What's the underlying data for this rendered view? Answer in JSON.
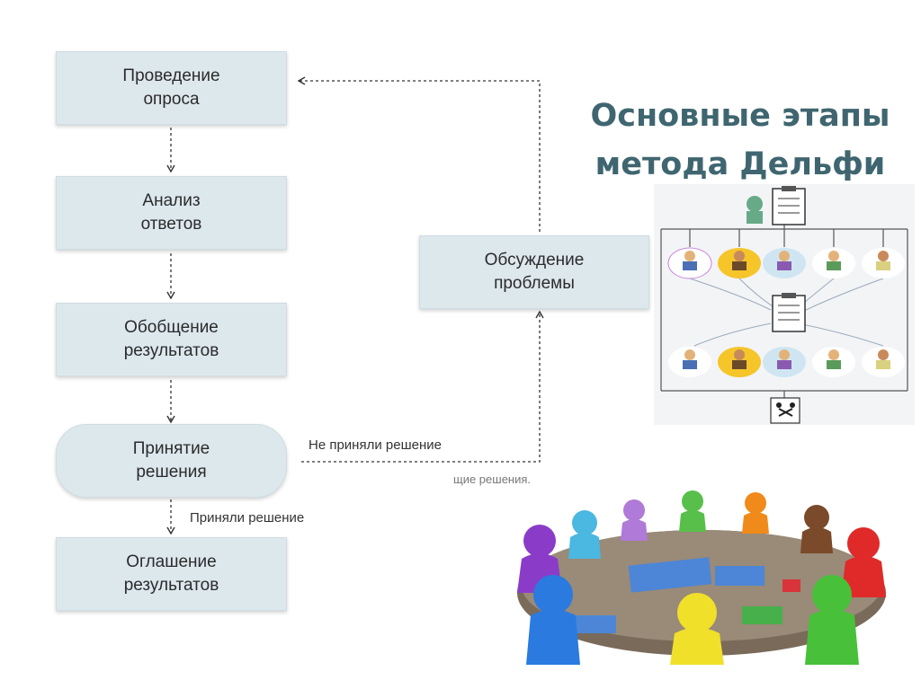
{
  "title": "Основные этапы\nметода Дельфи",
  "nodes": {
    "survey": "Проведение\nопроса",
    "analysis": "Анализ\nответов",
    "summary": "Обобщение\nрезультатов",
    "decision": "Принятие\nрешения",
    "announce": "Оглашение\nрезультатов",
    "discussion": "Обсуждение\nпроблемы"
  },
  "edges": {
    "not_decided": "Не приняли решение",
    "decided": "Приняли решение"
  },
  "faded_fragment": "щие решения.",
  "icons": [
    "expert-network-illustration",
    "teamwork-puzzle-illustration",
    "clipboard-icon"
  ],
  "colors": {
    "box_fill": "#dde8ed",
    "title": "#3f6670",
    "connector": "#333333"
  }
}
